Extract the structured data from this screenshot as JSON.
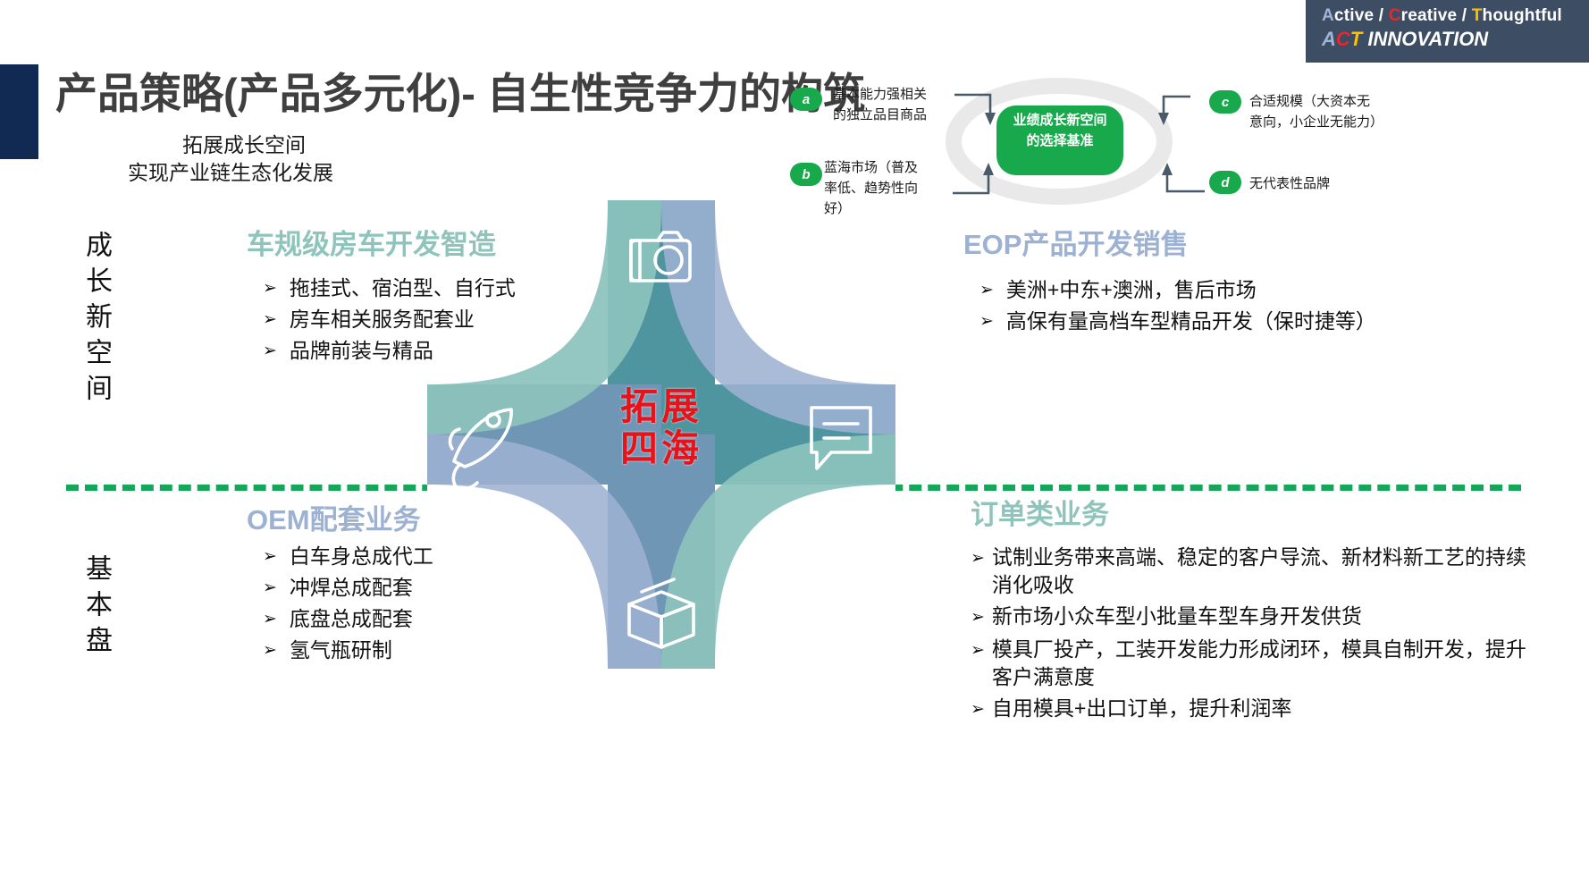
{
  "brand": {
    "line1_parts": [
      {
        "t": "A",
        "c": "blue"
      },
      {
        "t": "ctive ",
        "c": "white"
      },
      {
        "t": "/ ",
        "c": "white"
      },
      {
        "t": "C",
        "c": "red"
      },
      {
        "t": "reative ",
        "c": "white"
      },
      {
        "t": "/ ",
        "c": "white"
      },
      {
        "t": "T",
        "c": "yellow"
      },
      {
        "t": "houghtful",
        "c": "white"
      }
    ],
    "line1_plain": "Active / Creative / Thoughtful",
    "line2_plain": "ACT INNOVATION",
    "bg_color": "#3d4d63"
  },
  "header": {
    "title": "产品策略(产品多元化)- 自生性竞争力的构筑",
    "subtitle_line1": "拓展成长空间",
    "subtitle_line2": "实现产业链生态化发展",
    "accent_bar_color": "#102a54"
  },
  "axis": {
    "top_label": "成长新空间",
    "bottom_label": "基本盘",
    "divider_color": "#16a65a"
  },
  "center": {
    "word_line1": "拓展",
    "word_line2": "四海",
    "color": "#e8121a",
    "icons": {
      "top": "camera-icon",
      "left": "rocket-icon",
      "right": "chat-bubble-icon",
      "bottom": "open-box-icon"
    },
    "ribbon_colors": {
      "teal_dark": "#4e95a0",
      "teal_light": "#8cc2bd",
      "blue_dark": "#6f96b5",
      "blue_light": "#9db2d2"
    }
  },
  "quadrants": {
    "top_left": {
      "heading": "车规级房车开发智造",
      "heading_color": "#8fc4bd",
      "bullet_glyph": "➢",
      "items": [
        "拖挂式、宿泊型、自行式",
        "房车相关服务配套业",
        "品牌前装与精品"
      ]
    },
    "top_right": {
      "heading": "EOP产品开发销售",
      "heading_color": "#9db2d2",
      "bullet_glyph": "➢",
      "items": [
        "美洲+中东+澳洲，售后市场",
        "高保有量高档车型精品开发（保时捷等）"
      ]
    },
    "bottom_left": {
      "heading": "OEM配套业务",
      "heading_color": "#9db2d2",
      "bullet_glyph": "➢",
      "items": [
        "白车身总成代工",
        "冲焊总成配套",
        "底盘总成配套",
        "氢气瓶研制"
      ]
    },
    "bottom_right": {
      "heading": "订单类业务",
      "heading_color": "#8fc4bd",
      "bullet_glyph": "➢",
      "items": [
        "试制业务带来高端、稳定的客户导流、新材料新工艺的持续消化吸收",
        "新市场小众车型小批量车型车身开发供货",
        "模具厂投产，工装开发能力形成闭环，模具自制开发，提升客户满意度",
        "自用模具+出口订单，提升利润率"
      ]
    }
  },
  "criteria": {
    "center_line1": "业绩成长新空间",
    "center_line2": "的选择基准",
    "center_color": "#17a94b",
    "items": [
      {
        "key": "a",
        "text": "基本能力强相关的独立品目商品"
      },
      {
        "key": "b",
        "text": "蓝海市场（普及率低、趋势性向好）"
      },
      {
        "key": "c",
        "text": "合适规模（大资本无意向，小企业无能力）"
      },
      {
        "key": "d",
        "text": "无代表性品牌"
      }
    ],
    "a_lines": [
      "基本能力强相关",
      "的独立品目商品"
    ],
    "b_lines": [
      "蓝海市场（普及",
      "率低、趋势性向",
      "好）"
    ],
    "c_lines": [
      "合适规模（大资本无",
      "意向，小企业无能力）"
    ],
    "d_lines": [
      "无代表性品牌"
    ]
  }
}
